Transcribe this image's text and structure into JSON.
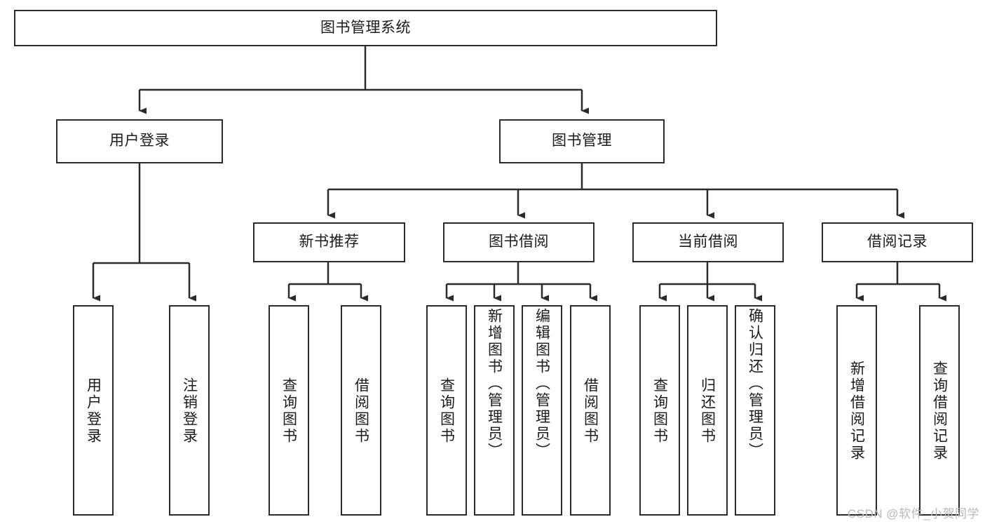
{
  "diagram": {
    "title": "图书管理系统",
    "watermark": "CSDN @软件_小贺同学",
    "type": "tree-hierarchy-diagram",
    "colors": {
      "box_border": "#2b2b2b",
      "box_fill": "#ffffff",
      "connector": "#2b2b2b",
      "text": "#1b1b1b",
      "watermark": "#b9b9b9",
      "background": "#ffffff"
    },
    "root": {
      "label": "图书管理系统"
    },
    "level2": [
      {
        "label": "用户登录"
      },
      {
        "label": "图书管理"
      }
    ],
    "level3": [
      {
        "label": "新书推荐"
      },
      {
        "label": "图书借阅"
      },
      {
        "label": "当前借阅"
      },
      {
        "label": "借阅记录"
      }
    ],
    "leaves": {
      "user_login": [
        {
          "label": "用户登录"
        },
        {
          "label": "注销登录"
        }
      ],
      "new_book_recommend": [
        {
          "label": "查询图书"
        },
        {
          "label": "借阅图书"
        }
      ],
      "book_borrow": [
        {
          "label": "查询图书"
        },
        {
          "label": "新增图书（管理员）"
        },
        {
          "label": "编辑图书（管理员）"
        },
        {
          "label": "借阅图书"
        }
      ],
      "current_borrow": [
        {
          "label": "查询图书"
        },
        {
          "label": "归还图书"
        },
        {
          "label": "确认归还（管理员）"
        }
      ],
      "borrow_record": [
        {
          "label": "新增借阅记录"
        },
        {
          "label": "查询借阅记录"
        }
      ]
    }
  }
}
